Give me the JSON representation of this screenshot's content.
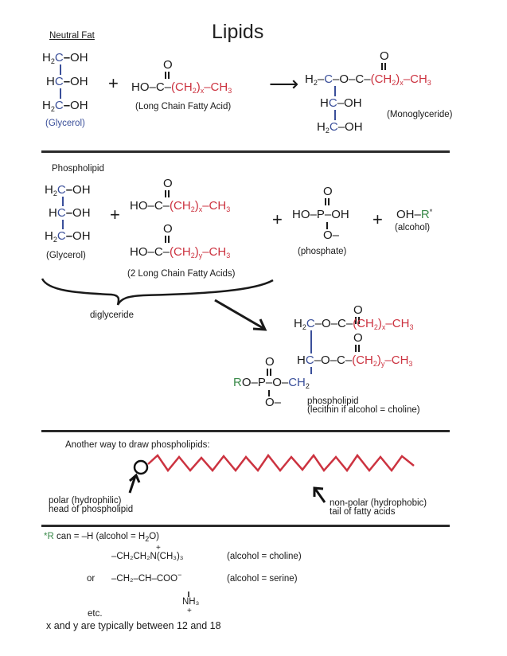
{
  "title": "Lipids",
  "neutral_fat": {
    "label": "Neutral Fat",
    "glycerol": {
      "rows": [
        {
          "h": "H",
          "sub": "2",
          "c": "C",
          "group": "OH"
        },
        {
          "h": "H",
          "sub": "",
          "c": "C",
          "group": "OH"
        },
        {
          "h": "H",
          "sub": "2",
          "c": "C",
          "group": "OH"
        }
      ],
      "name": "(Glycerol)"
    },
    "plus": "+",
    "fatty_acid": {
      "carbonyl_o": "O",
      "head": "HO–C–",
      "chain": "(CH",
      "chain_sub": "2",
      "chain_close": ")",
      "index": "x",
      "tail": "–CH",
      "tail_sub": "3",
      "name": "(Long Chain Fatty Acid)"
    },
    "arrow": "⟶",
    "monoglyceride": {
      "row1_h": "H",
      "row1_sub": "2",
      "row1_link": "–",
      "row1_c": "C",
      "row1_ester": "–O–C–",
      "carbonyl_o": "O",
      "row2_h": "H",
      "row2_c": "C",
      "row2_group": "–OH",
      "row3_h": "H",
      "row3_sub": "2",
      "row3_c": "C",
      "row3_group": "–OH",
      "name": "(Monoglyceride)"
    }
  },
  "phospholipid_section": {
    "label": "Phospholipid",
    "glycerol_name": "(Glycerol)",
    "fatty_acid_index_1": "x",
    "fatty_acid_index_2": "y",
    "fatty_acids_name": "(2 Long Chain Fatty Acids)",
    "phosphate": {
      "top_o": "O",
      "center": "HO–P–OH",
      "bottom": "O–",
      "name": "(phosphate)"
    },
    "alcohol": {
      "formula": "OH–",
      "r": "R",
      "star": "*",
      "name": "(alcohol)"
    },
    "brace_label": "diglyceride",
    "product": {
      "ro": "R",
      "phosphate_chain": "O–P–O–",
      "ch2": "CH",
      "ch2_sub": "2",
      "bottom_o": "O–",
      "name_line1": "phospholipid",
      "name_line2": "(lecithin if alcohol = choline)"
    }
  },
  "alt_drawing": {
    "heading": "Another way to draw phospholipids:",
    "head_label_line1": "polar (hydrophilic)",
    "head_label_line2": "head of phospholipid",
    "tail_label_line1": "non-polar (hydrophobic)",
    "tail_label_line2": "tail of fatty acids"
  },
  "notes": {
    "r_star": "*R",
    "r_line": " can = –H (alcohol = H",
    "r_line_sub": "2",
    "r_line_end": "O)",
    "choline_formula": "–CH₂CH₂N(CH₃)₃",
    "choline_plus": "+",
    "choline_label": "(alcohol = choline)",
    "or": "or",
    "serine_formula": "–CH₂–CH–COO",
    "serine_minus": "−",
    "serine_nh3": "NH₃",
    "serine_plus": "+",
    "serine_label": "(alcohol = serine)",
    "etc": "etc.",
    "xy_note": "x and y are typically between 12 and 18"
  },
  "colors": {
    "glycerol_backbone": "#3a4f9a",
    "fatty_acid_chain": "#cc3340",
    "r_group": "#3a8a4a",
    "text": "#1a1a1a"
  }
}
